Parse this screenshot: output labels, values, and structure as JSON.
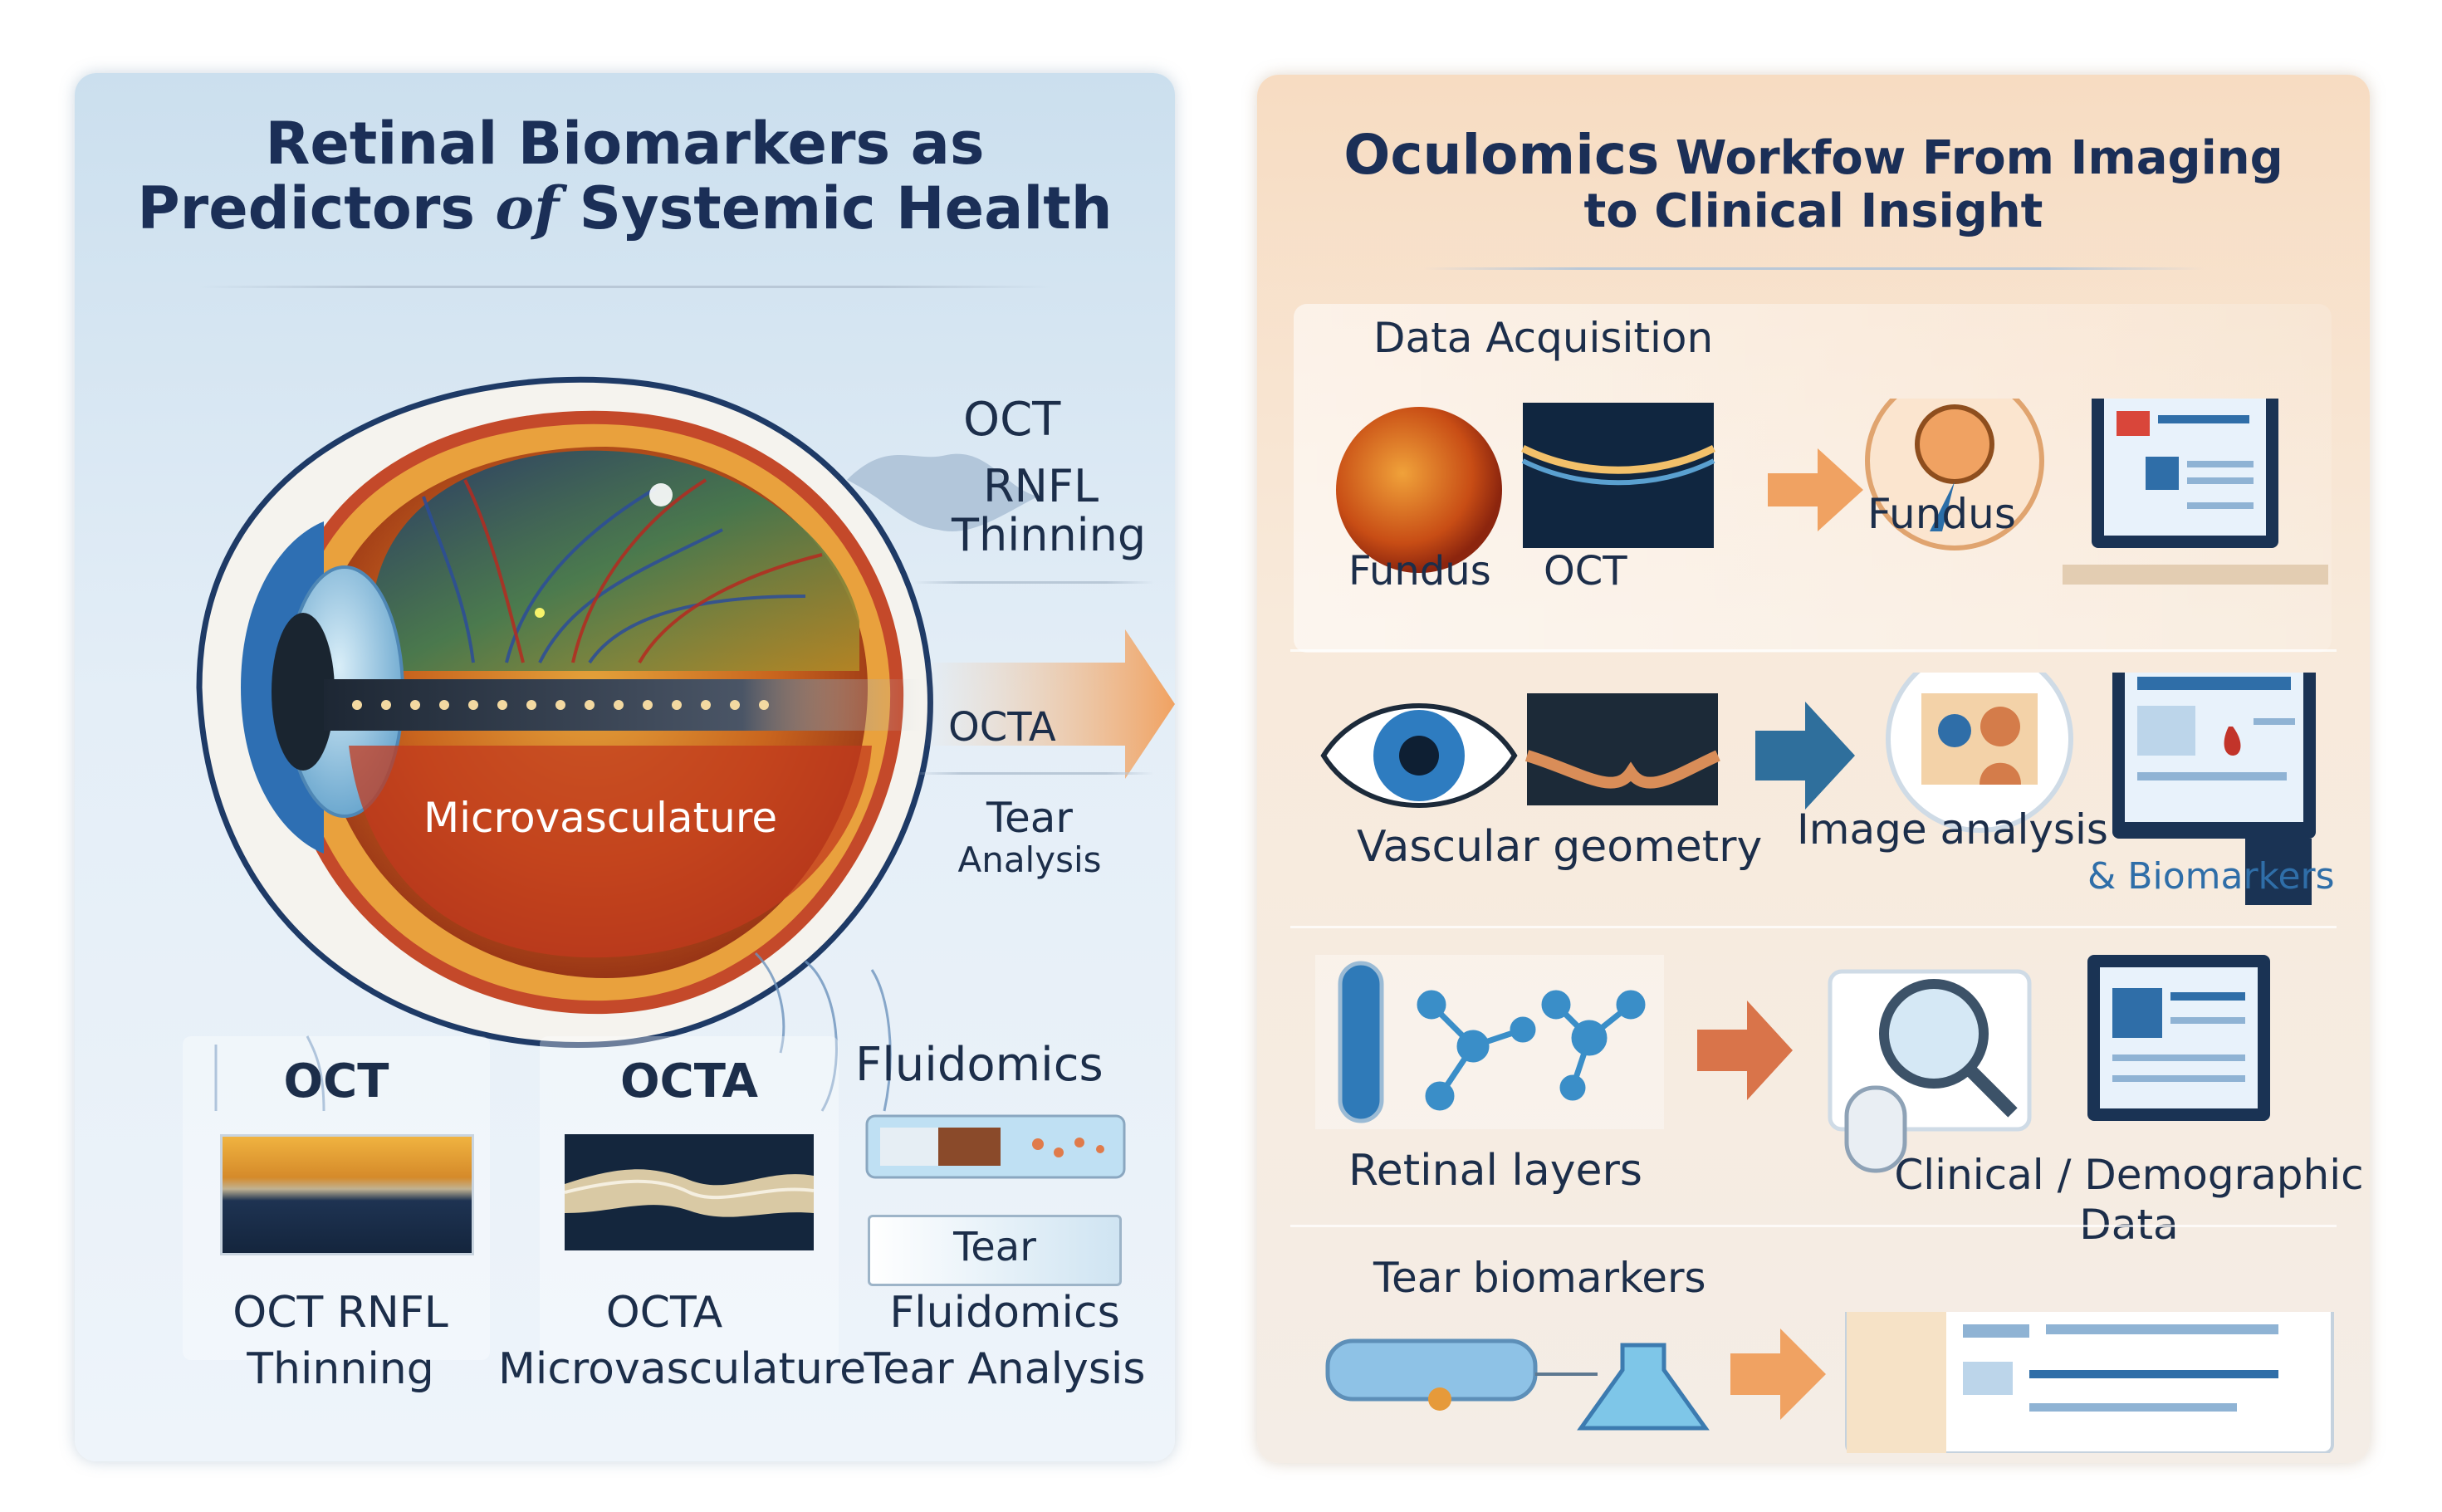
{
  "left": {
    "title_line1": "Retinal Biomarkers as",
    "title_line2_a": "Predictors ",
    "title_line2_of": "of",
    "title_line2_b": " Systemic Health",
    "eye_callouts": {
      "oct": "OCT",
      "rnfl_1": "RNFL",
      "rnfl_2": "Thinning",
      "octa": "OCTA",
      "tear_1": "Tear",
      "tear_2": "Analysis",
      "microvasculature": "Microvasculature"
    },
    "cards": {
      "oct": "OCT",
      "octa": "OCTA",
      "fluidomics": "Fluidomics",
      "tear": "Tear"
    },
    "captions": {
      "oct_1": "OCT RNFL",
      "oct_2": "Thinning",
      "octa_1": "OCTA",
      "octa_2": "Microvasculature",
      "fluid_1": "Fluidomics",
      "fluid_2": "Tear Analysis"
    }
  },
  "right": {
    "title_line1_big": "Oculomics",
    "title_line1_rest": " Workfow From Imaging",
    "title_line2": "to Clinical Insight",
    "rows": {
      "acquisition_header": "Data Acquisition",
      "fundus": "Fundus",
      "oct": "OCT",
      "fundus_out": "Fundus",
      "vascular": "Vascular geometry",
      "image_analysis": "Image analysis",
      "biomarkers": "& Biomarkers",
      "retinal_layers": "Retinal layers",
      "clinical_1": "Clinical / Demographic",
      "clinical_2": "Data",
      "tear_biomarkers": "Tear biomarkers"
    }
  },
  "colors": {
    "title": "#1b2f57",
    "arrow_orange": "#f0a262",
    "arrow_blue": "#2f6f9c",
    "arrow_red": "#d9744a",
    "accent_blue": "#2f6ea8"
  }
}
